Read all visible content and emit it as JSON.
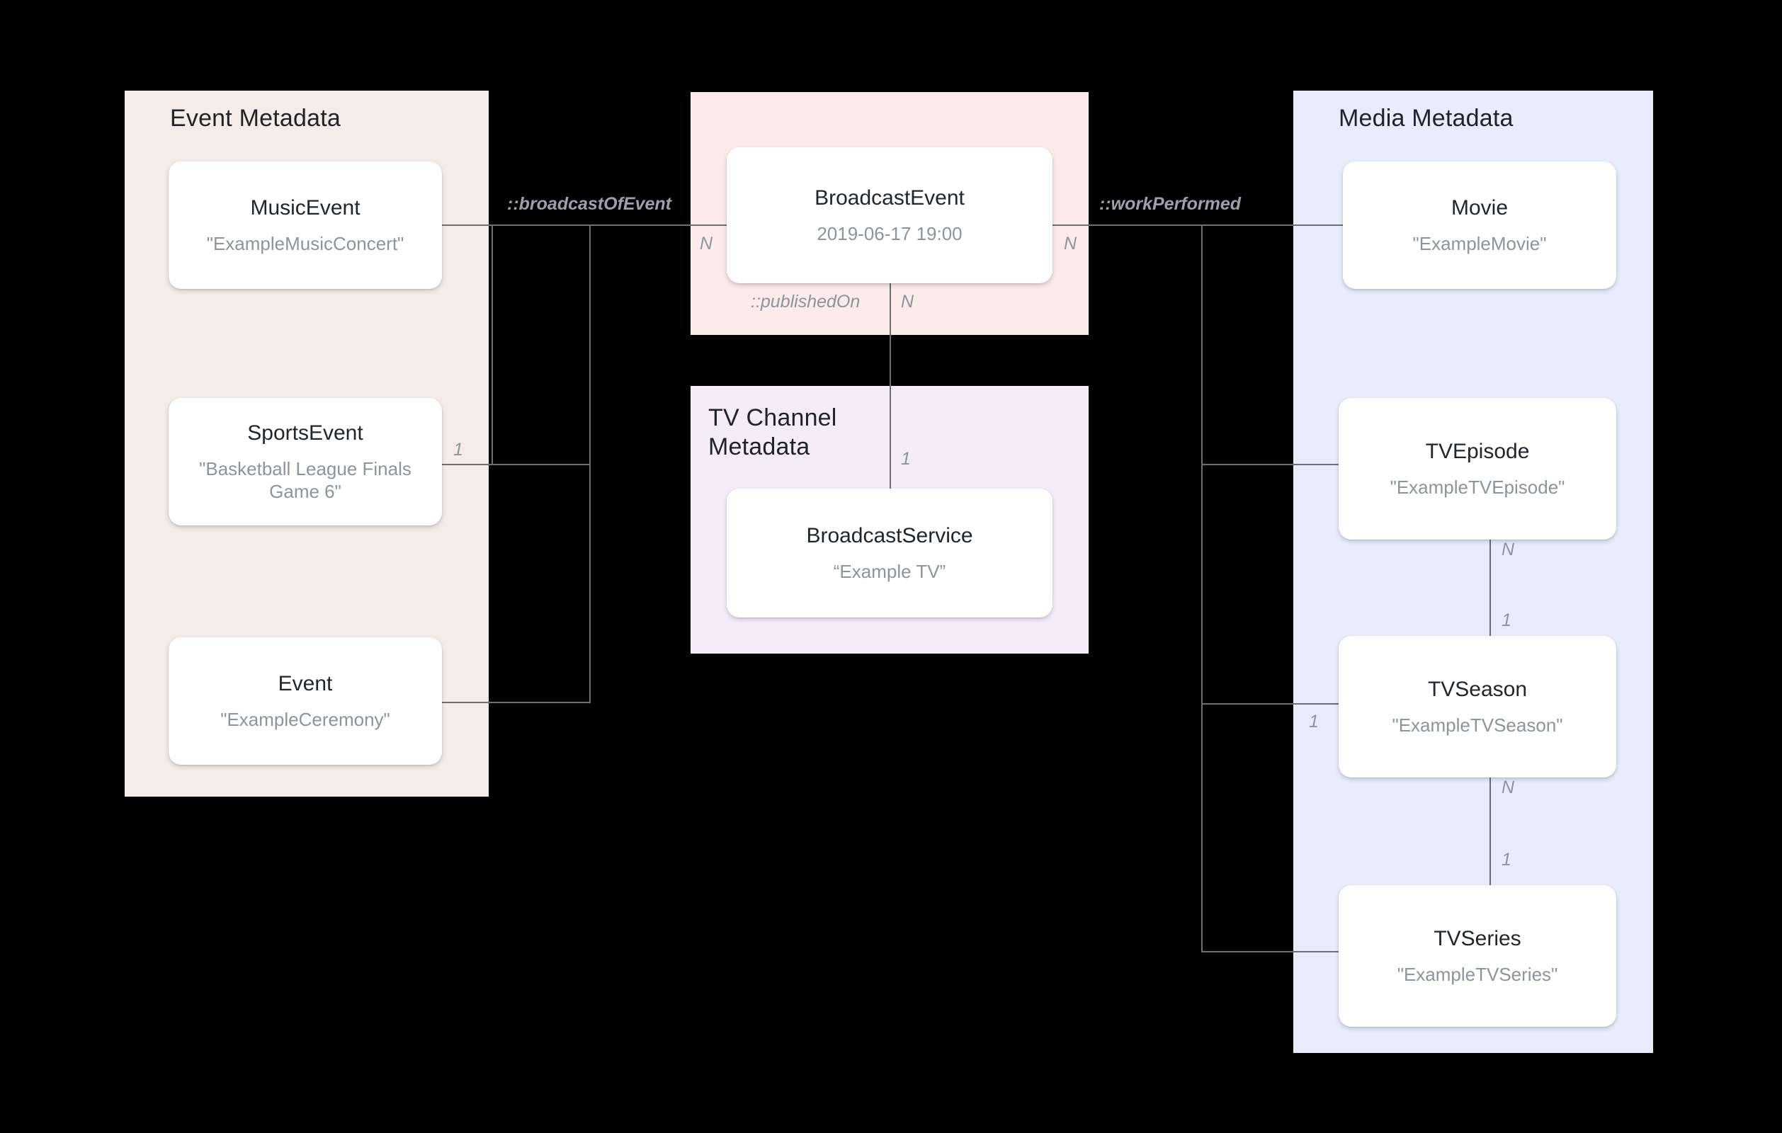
{
  "diagram": {
    "title": "Broadcast and media metadata entity relationship diagram",
    "background": "#000000",
    "connector_color": "#6f6f6f"
  },
  "groups": [
    {
      "id": "event-metadata",
      "title": "Event Metadata",
      "color": "#f4ece7",
      "entities": [
        {
          "id": "music-event",
          "type": "MusicEvent",
          "value": "\"ExampleMusicConcert\""
        },
        {
          "id": "sports-event",
          "type": "SportsEvent",
          "value": "\"Basketball League Finals Game 6\""
        },
        {
          "id": "event",
          "type": "Event",
          "value": "\"ExampleCeremony\""
        }
      ]
    },
    {
      "id": "broadcast-event-group",
      "title": "",
      "color": "#fdeaea",
      "entities": [
        {
          "id": "broadcast-event",
          "type": "BroadcastEvent",
          "value": "2019-06-17 19:00"
        }
      ]
    },
    {
      "id": "tv-channel-metadata",
      "title": "TV Channel\nMetadata",
      "color": "#f5ecfb",
      "entities": [
        {
          "id": "broadcast-service",
          "type": "BroadcastService",
          "value": "“Example TV”"
        }
      ]
    },
    {
      "id": "media-metadata",
      "title": "Media Metadata",
      "color": "#e7edfd",
      "entities": [
        {
          "id": "movie",
          "type": "Movie",
          "value": "\"ExampleMovie\""
        },
        {
          "id": "tv-episode",
          "type": "TVEpisode",
          "value": "\"ExampleTVEpisode\""
        },
        {
          "id": "tv-season",
          "type": "TVSeason",
          "value": "\"ExampleTVSeason\""
        },
        {
          "id": "tv-series",
          "type": "TVSeries",
          "value": "\"ExampleTVSeries\""
        }
      ]
    }
  ],
  "relationships": [
    {
      "id": "broadcast-of-event",
      "label": "::broadcastOfEvent",
      "from": "Event Metadata",
      "to": "BroadcastEvent"
    },
    {
      "id": "work-performed",
      "label": "::workPerformed",
      "from": "BroadcastEvent",
      "to": "Media Metadata"
    },
    {
      "id": "published-on",
      "label": "::publishedOn",
      "from": "BroadcastEvent",
      "to": "BroadcastService"
    }
  ],
  "cardinalities": {
    "sports_event_side": "1",
    "broadcast_event_left": "N",
    "broadcast_event_right": "N",
    "broadcast_event_bottom": "N",
    "broadcast_service_top": "1",
    "tv_episode_bottom": "N",
    "tv_season_top": "1",
    "tv_season_left": "1",
    "tv_season_bottom": "N",
    "tv_series_top": "1"
  }
}
